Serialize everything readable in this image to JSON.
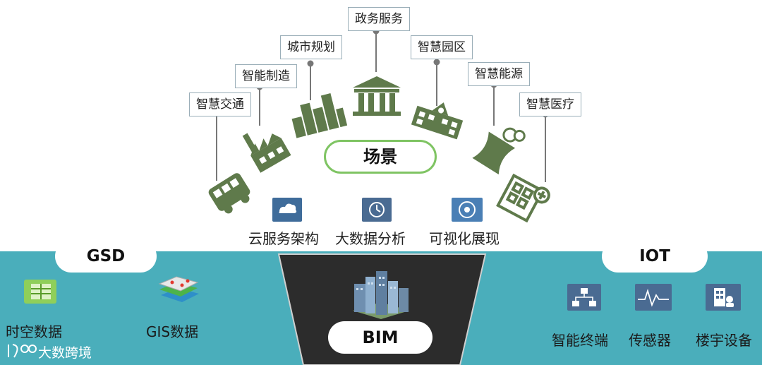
{
  "scenario": {
    "title": "场景",
    "labels": [
      "政务服务",
      "城市规划",
      "智慧园区",
      "智能制造",
      "智慧能源",
      "智慧交通",
      "智慧医疗"
    ]
  },
  "services": [
    "云服务架构",
    "大数据分析",
    "可视化展现"
  ],
  "gsd": {
    "title": "GSD",
    "items": [
      "时空数据",
      "GIS数据"
    ]
  },
  "bim": {
    "title": "BIM"
  },
  "iot": {
    "title": "IOT",
    "items": [
      "智能终端",
      "传感器",
      "楼宇设备"
    ]
  },
  "watermark": "大数跨境",
  "colors": {
    "teal": "#4aaebb",
    "dark": "#2c2c2c",
    "icon_green": "#5f7a4b",
    "pill_border": "#7fc463"
  },
  "icons": [
    "bus-icon",
    "factory-icon",
    "city-buildings-icon",
    "government-building-icon",
    "campus-icon",
    "power-plant-icon",
    "hospital-icon",
    "cloud-icon",
    "data-analysis-icon",
    "visualization-icon",
    "spatiotemporal-data-icon",
    "gis-layers-icon",
    "bim-buildings-icon",
    "terminal-network-icon",
    "sensor-wave-icon",
    "building-equipment-icon"
  ]
}
